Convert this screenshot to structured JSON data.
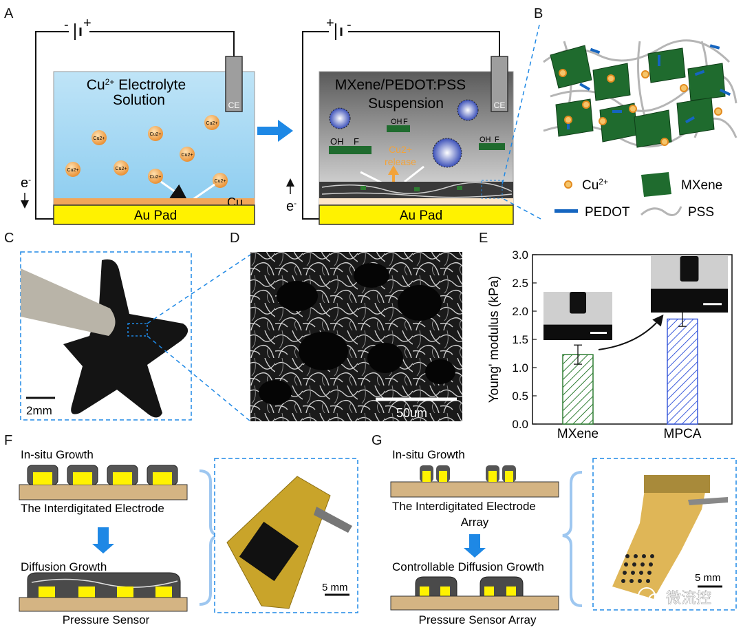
{
  "panels": {
    "A": {
      "label": "A",
      "left": {
        "electrolyte_line1_base": "Cu",
        "electrolyte_line1_sup": "2+",
        "electrolyte_line1_rest": " Electrolyte",
        "electrolyte_line2": "Solution",
        "ion_label": "Cu2+",
        "ce_label": "CE",
        "cu_layer": "Cu",
        "pad": "Au Pad",
        "electron_base": "e",
        "electron_sup": "-",
        "battery_minus": "-",
        "battery_plus": "+"
      },
      "right": {
        "suspension_line1": "MXene/PEDOT:PSS",
        "suspension_line2": "Suspension",
        "release_line1": "Cu2+",
        "release_line2": "release",
        "ce_label": "CE",
        "pad": "Au Pad",
        "oh": "OH",
        "f": "F",
        "electron_base": "e",
        "electron_sup": "-",
        "battery_plus": "+",
        "battery_minus": "-"
      }
    },
    "B": {
      "label": "B",
      "legend": [
        {
          "key": "cu",
          "label_base": "Cu",
          "label_sup": "2+"
        },
        {
          "key": "mxene",
          "label": "MXene"
        },
        {
          "key": "pedot",
          "label": "PEDOT"
        },
        {
          "key": "pss",
          "label": "PSS"
        }
      ]
    },
    "C": {
      "label": "C",
      "scale": "2mm"
    },
    "D": {
      "label": "D",
      "scale": "50um"
    },
    "E": {
      "label": "E"
    },
    "F": {
      "label": "F",
      "step1": "In-situ Growth",
      "caption1": "The  Interdigitated Electrode",
      "step2": "Diffusion Growth",
      "caption2": "Pressure Sensor",
      "scale": "5 mm"
    },
    "G": {
      "label": "G",
      "step1": "In-situ Growth",
      "caption1_line1": "The  Interdigitated Electrode",
      "caption1_line2": "Array",
      "step2": "Controllable Diffusion Growth",
      "caption2": "Pressure Sensor Array",
      "scale": "5 mm",
      "watermark": "微流控"
    }
  },
  "chart_data": {
    "type": "bar",
    "categories": [
      "MXene",
      "MPCA"
    ],
    "values": [
      1.23,
      1.86
    ],
    "errors": [
      0.17,
      0.13
    ],
    "ylabel": "Young' modulus (kPa)",
    "xlabel": "",
    "ylim": [
      0,
      3.0
    ],
    "yticks": [
      "0.0",
      "0.5",
      "1.0",
      "1.5",
      "2.0",
      "2.5",
      "3.0"
    ],
    "grid": false,
    "colors": [
      "#2e7d32",
      "#3b5bdb"
    ]
  },
  "colors": {
    "blue_accent": "#1e88e5",
    "mxene_green": "#1f6b2e",
    "pad_yellow": "#fff200",
    "copper_orange": "#f0a040"
  }
}
